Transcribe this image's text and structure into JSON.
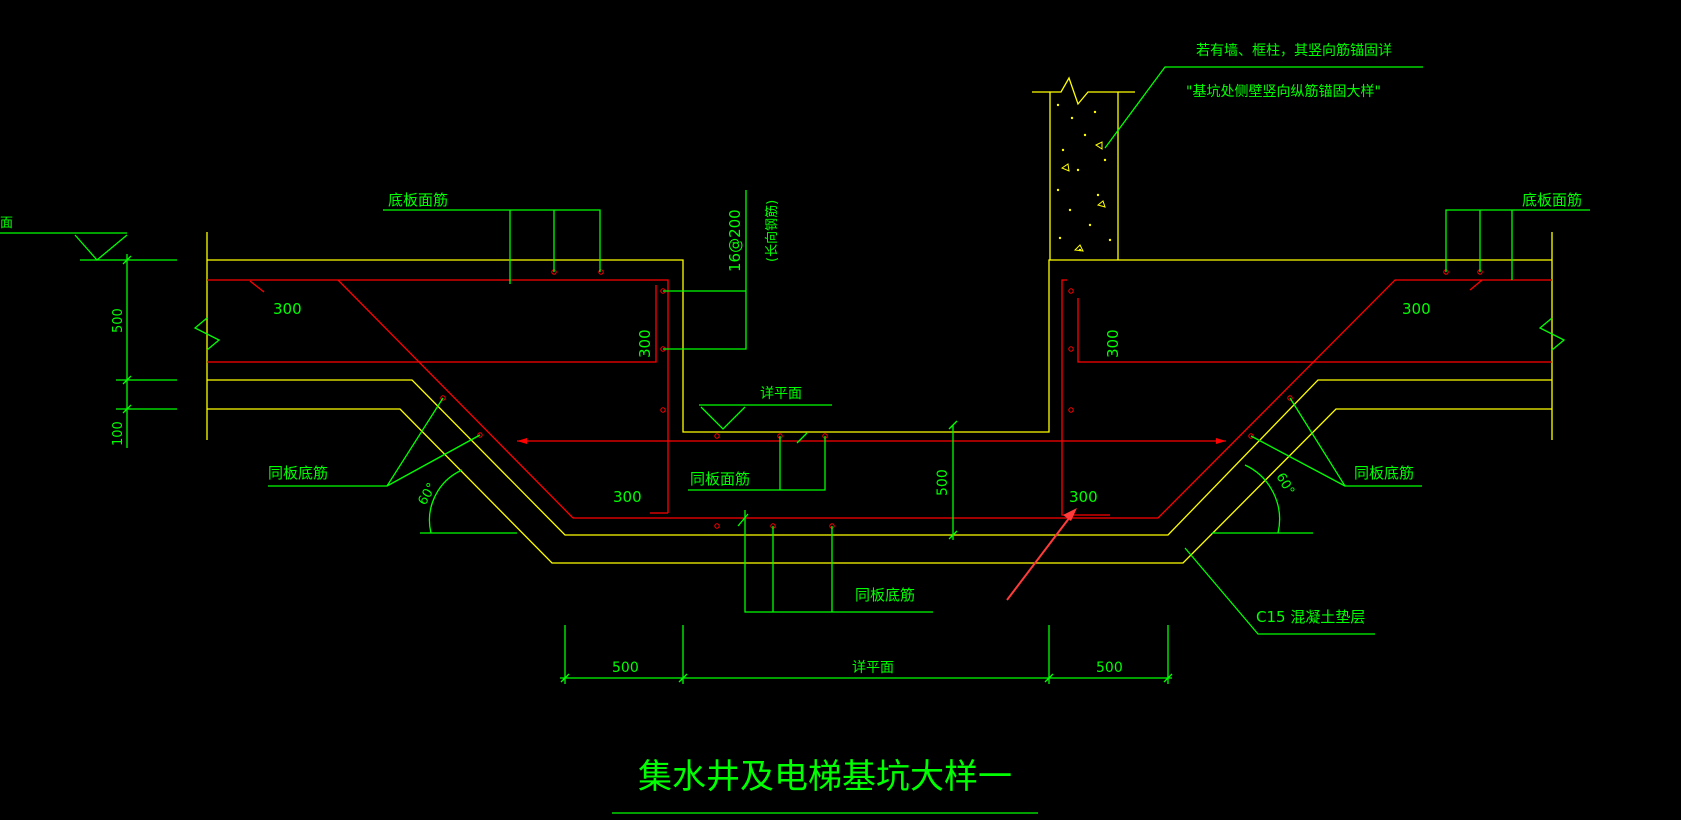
{
  "title": "集水井及电梯基坑大样一",
  "labels": {
    "face_bars_left": "底板面筋",
    "face_bars_right": "底板面筋",
    "wall_note_1": "若有墙、框柱，其竖向筋锚固详",
    "wall_note_2": "\"基坑处侧壁竖向纵筋锚固大样\"",
    "rebar_spec": "16@200",
    "rebar_spec_sub": "(长向钢筋)",
    "pit_bottom_elev": "详平面",
    "same_face_bars": "同板面筋",
    "same_bottom_left": "同板底筋",
    "same_bottom_right": "同板底筋",
    "same_bottom_mid": "同板底筋",
    "cushion": "C15 混凝土垫层",
    "left_edge": "面"
  },
  "dimensions": {
    "d300_top_left": "300",
    "d300_vert_left": "300",
    "d300_bottom_left": "300",
    "d300_top_right": "300",
    "d300_vert_right": "300",
    "d300_bottom_right": "300",
    "d500_left_vert": "500",
    "d100_left_vert": "100",
    "d500_pit_depth": "500",
    "d500_bottom_left": "500",
    "d500_bottom_right": "500",
    "bottom_mid": "详平面"
  },
  "angles": {
    "left": "60°",
    "right": "60°"
  },
  "colors": {
    "background": "#000000",
    "dimension_text": "#00ff00",
    "concrete_outline": "#ffff00",
    "rebar": "#ff0000",
    "pointer_arrow": "#ff3b3b"
  }
}
